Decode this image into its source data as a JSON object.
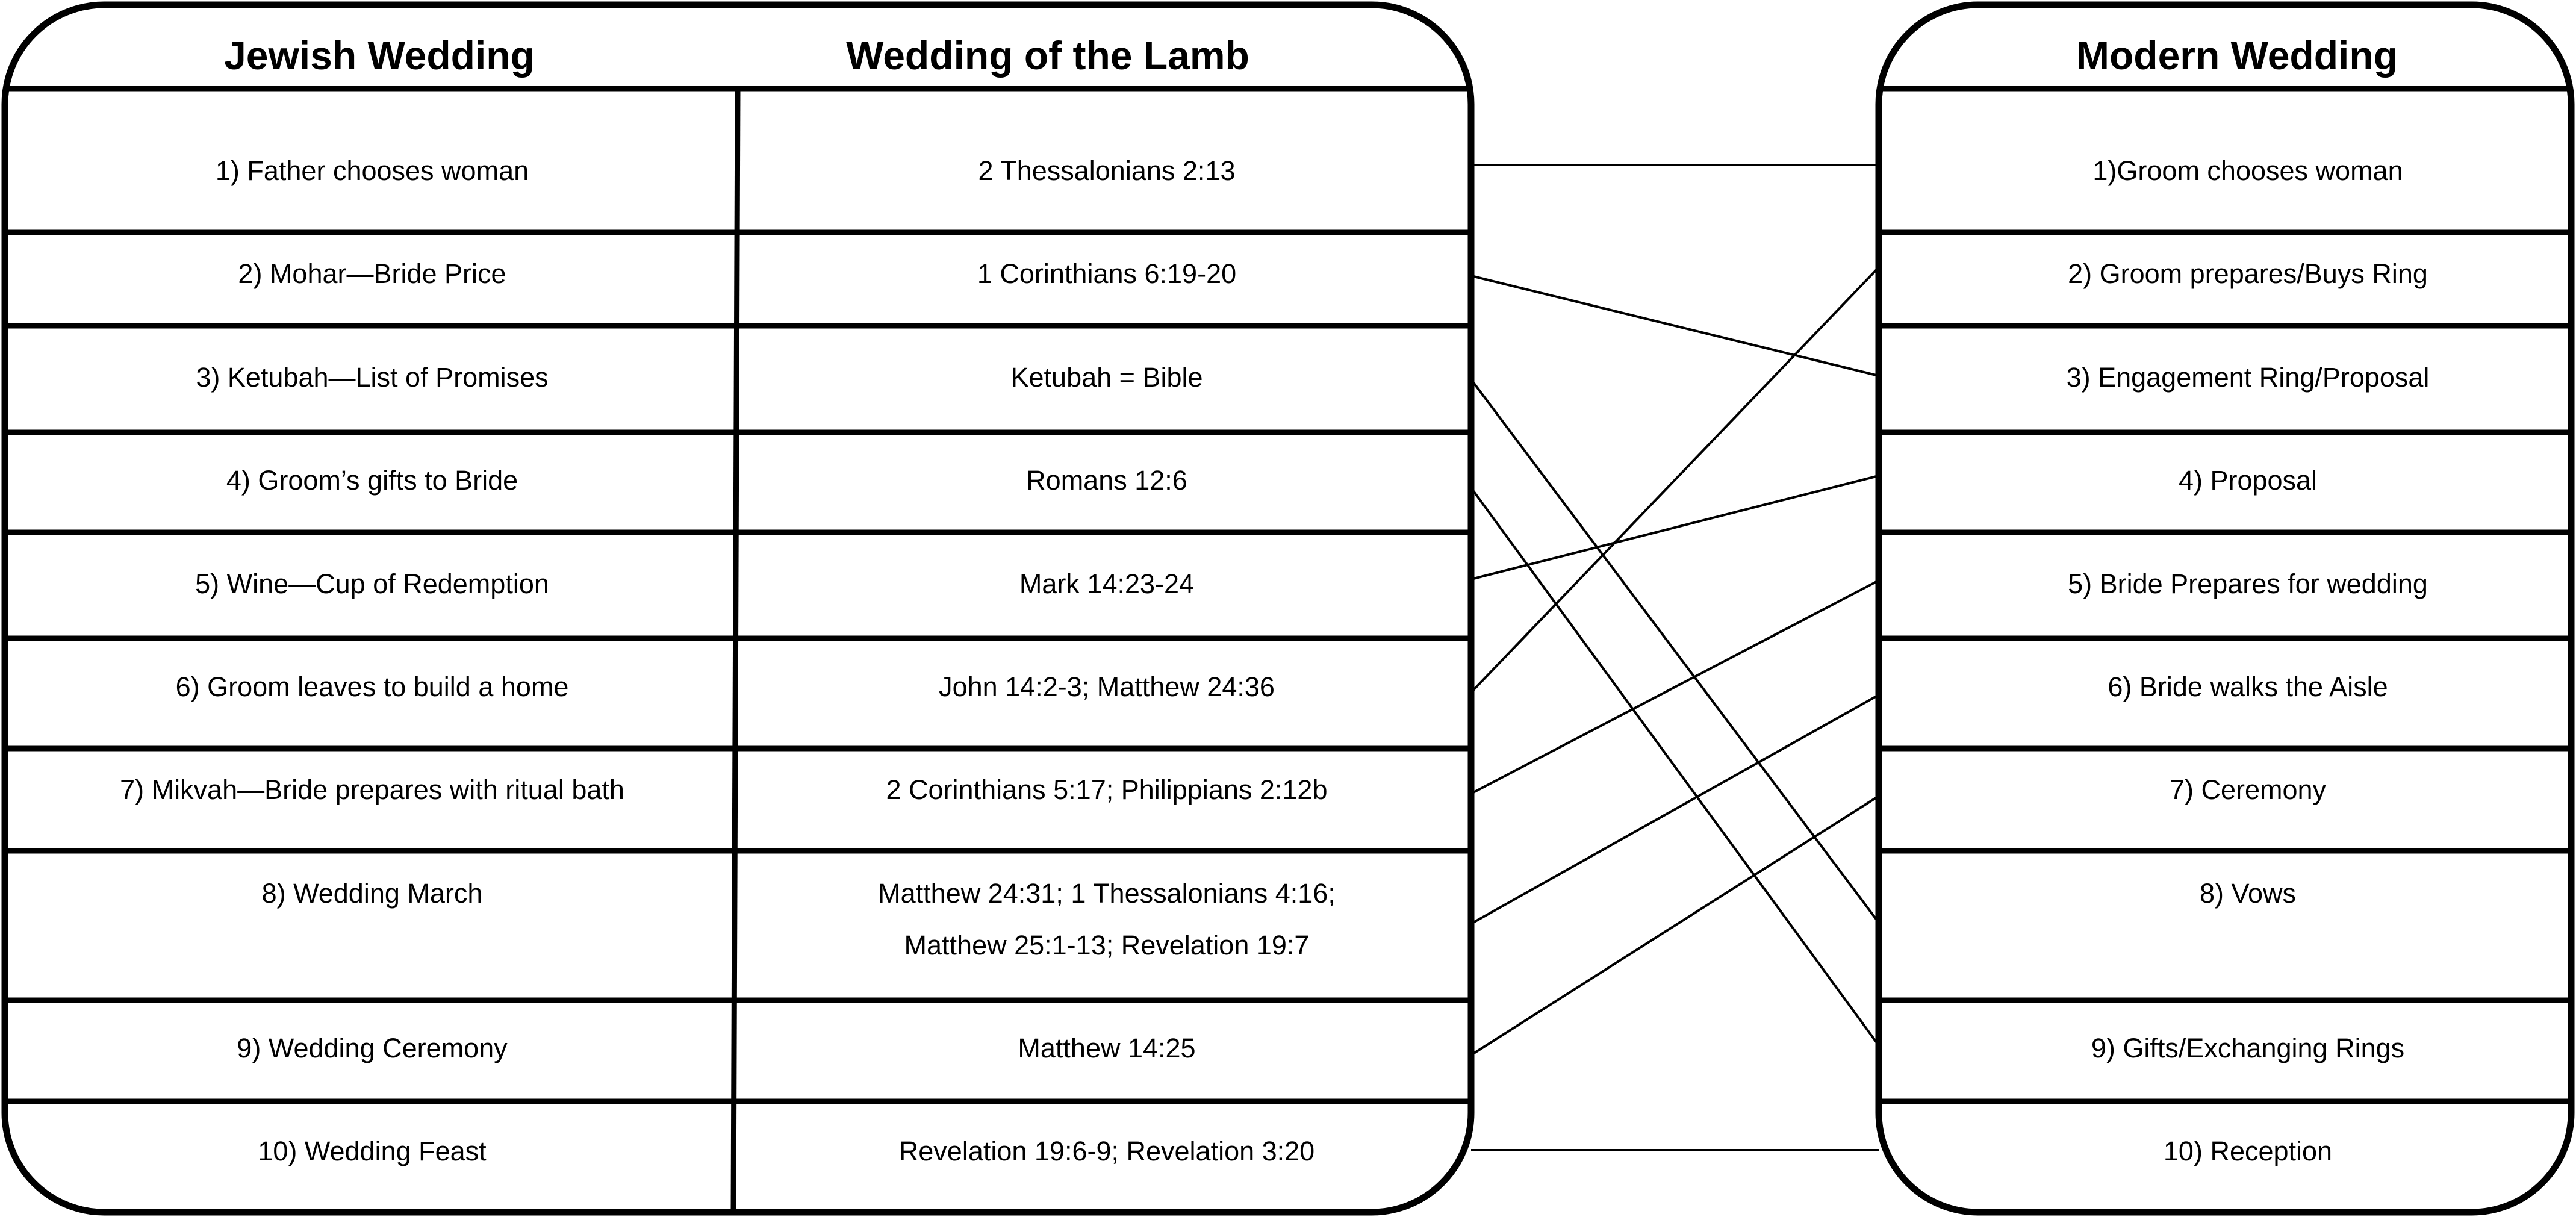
{
  "left_table": {
    "headers": [
      "Jewish Wedding",
      "Wedding of the Lamb"
    ],
    "rows": [
      {
        "jewish": "1) Father chooses woman",
        "lamb": [
          "2 Thessalonians 2:13"
        ]
      },
      {
        "jewish": "2) Mohar—Bride Price",
        "lamb": [
          "1 Corinthians 6:19-20"
        ]
      },
      {
        "jewish": "3) Ketubah—List of Promises",
        "lamb": [
          "Ketubah = Bible"
        ]
      },
      {
        "jewish": "4) Groom’s gifts to Bride",
        "lamb": [
          "Romans 12:6"
        ]
      },
      {
        "jewish": "5) Wine—Cup of Redemption",
        "lamb": [
          "Mark 14:23-24"
        ]
      },
      {
        "jewish": "6) Groom leaves to build a home",
        "lamb": [
          "John 14:2-3; Matthew 24:36"
        ]
      },
      {
        "jewish": "7) Mikvah—Bride prepares with  ritual bath",
        "lamb": [
          "2 Corinthians 5:17; Philippians 2:12b"
        ]
      },
      {
        "jewish": "8) Wedding March",
        "lamb": [
          "Matthew 24:31; 1 Thessalonians 4:16;",
          "Matthew 25:1-13; Revelation 19:7"
        ]
      },
      {
        "jewish": "9) Wedding Ceremony",
        "lamb": [
          "Matthew 14:25"
        ]
      },
      {
        "jewish": "10) Wedding Feast",
        "lamb": [
          "Revelation 19:6-9; Revelation 3:20"
        ]
      }
    ]
  },
  "right_table": {
    "header": "Modern Wedding",
    "rows": [
      "1)Groom chooses woman",
      "2) Groom prepares/Buys Ring",
      "3) Engagement Ring/Proposal",
      "4) Proposal",
      "5) Bride Prepares for wedding",
      "6) Bride walks the Aisle",
      "7) Ceremony",
      "8) Vows",
      "9) Gifts/Exchanging Rings",
      "10) Reception"
    ]
  },
  "connections": [
    {
      "from": 1,
      "to": 1
    },
    {
      "from": 2,
      "to": 3
    },
    {
      "from": 3,
      "to": 8
    },
    {
      "from": 4,
      "to": 9
    },
    {
      "from": 5,
      "to": 4
    },
    {
      "from": 6,
      "to": 2
    },
    {
      "from": 7,
      "to": 5
    },
    {
      "from": 8,
      "to": 6
    },
    {
      "from": 9,
      "to": 7
    },
    {
      "from": 10,
      "to": 10
    }
  ]
}
